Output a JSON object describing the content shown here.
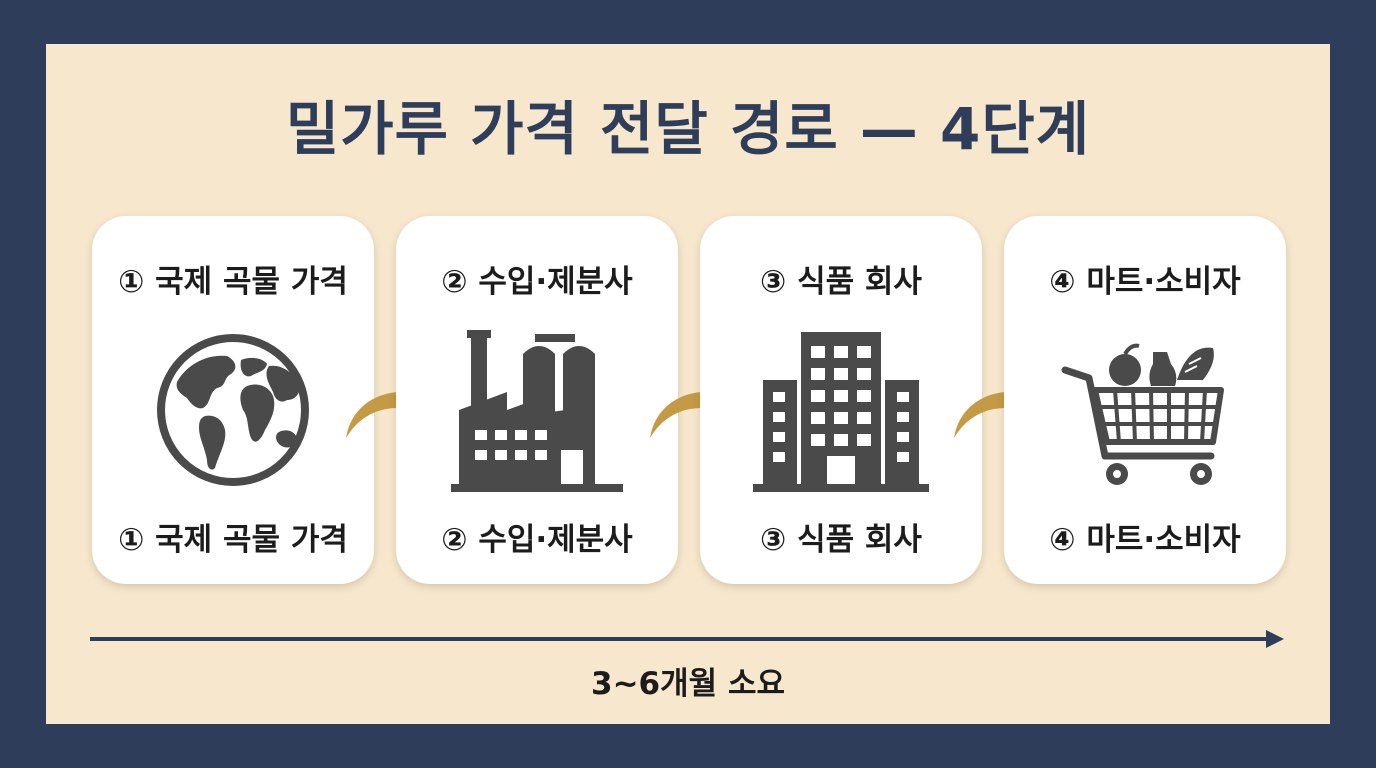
{
  "title": "밀가루 가격 전달 경로 — 4단계",
  "stages": [
    {
      "label_top": "① 국제 곡물 가격",
      "label_bottom": "① 국제 곡물 가격",
      "icon": "globe-icon"
    },
    {
      "label_top": "② 수입·제분사",
      "label_bottom": "② 수입·제분사",
      "icon": "factory-icon"
    },
    {
      "label_top": "③ 식품 회사",
      "label_bottom": "③ 식품 회사",
      "icon": "office-building-icon"
    },
    {
      "label_top": "④ 마트·소비자",
      "label_bottom": "④ 마트·소비자",
      "icon": "shopping-cart-icon"
    }
  ],
  "timeline": {
    "label": "3~6개월 소요"
  },
  "colors": {
    "background": "#2e3e5a",
    "panel": "#f6e7cd",
    "card": "#ffffff",
    "arrow": "#c49a45",
    "icon": "#4a4a4a",
    "title": "#2e3e5a"
  }
}
